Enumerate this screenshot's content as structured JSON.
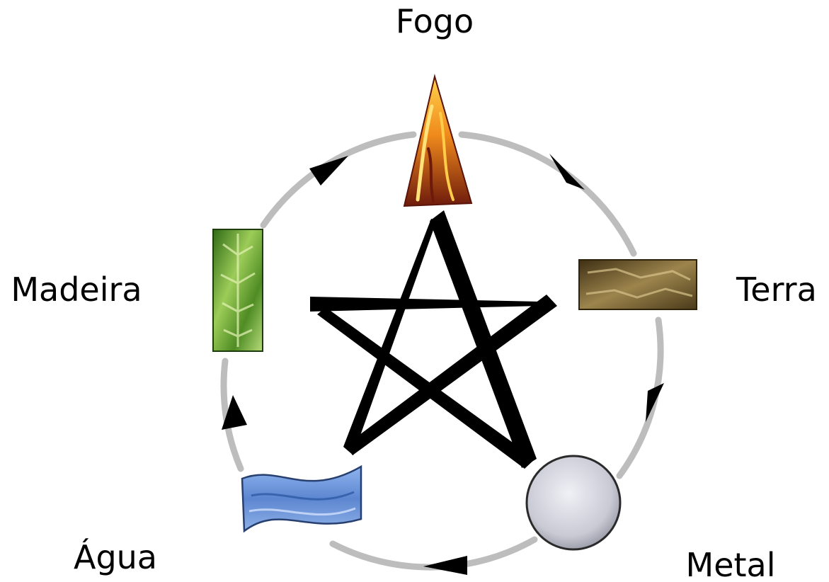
{
  "elements": {
    "fire": {
      "label": "Fogo"
    },
    "earth": {
      "label": "Terra"
    },
    "metal": {
      "label": "Metal"
    },
    "water": {
      "label": "Água"
    },
    "wood": {
      "label": "Madeira"
    }
  },
  "colors": {
    "cycle_ring": "#bdbdbd",
    "arrow": "#000000",
    "star_lines": "#000000",
    "fire_light": "#ffb020",
    "fire_dark": "#7a1e0e",
    "earth_light": "#b59a5a",
    "earth_dark": "#3a2c12",
    "metal_light": "#e2e2ea",
    "metal_dark": "#8a8d98",
    "water_light": "#7fa8e6",
    "water_dark": "#2a4f9a",
    "wood_light": "#9fd05a",
    "wood_dark": "#2c5a14"
  },
  "icons": {
    "fire": "flame-triangle-icon",
    "earth": "earth-rectangle-icon",
    "metal": "metal-circle-icon",
    "water": "water-wave-icon",
    "wood": "wood-rectangle-icon"
  }
}
